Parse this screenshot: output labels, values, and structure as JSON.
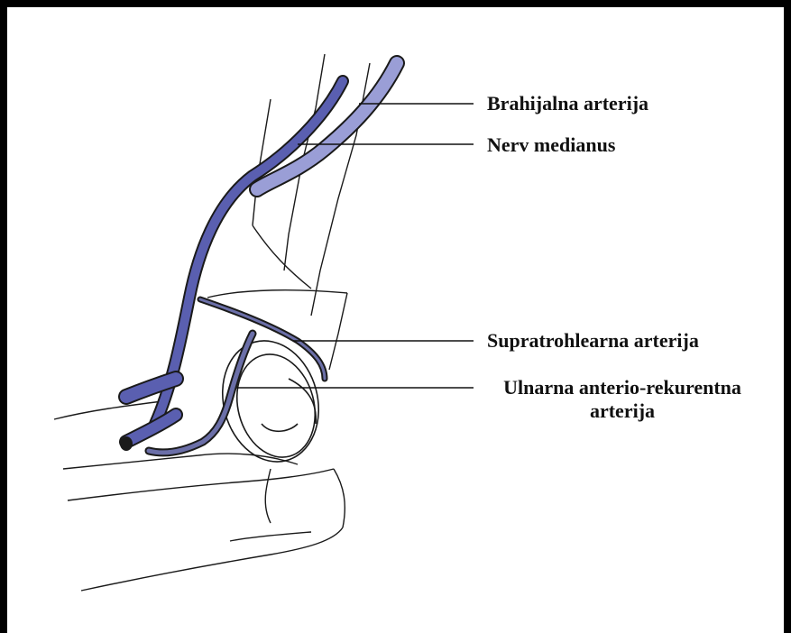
{
  "labels": {
    "brachial_artery": "Brahijalna arterija",
    "median_nerve": "Nerv medianus",
    "supratrochlear_artery": "Supratrohlearna arterija",
    "ulnar_recurrent_line1": "Ulnarna anterio-rekurentna",
    "ulnar_recurrent_line2": "arterija"
  },
  "colors": {
    "vessel_fill": "#5a5fb0",
    "vessel_light": "#9a9ed6",
    "outline": "#1a1a1a",
    "frame": "#000000"
  }
}
